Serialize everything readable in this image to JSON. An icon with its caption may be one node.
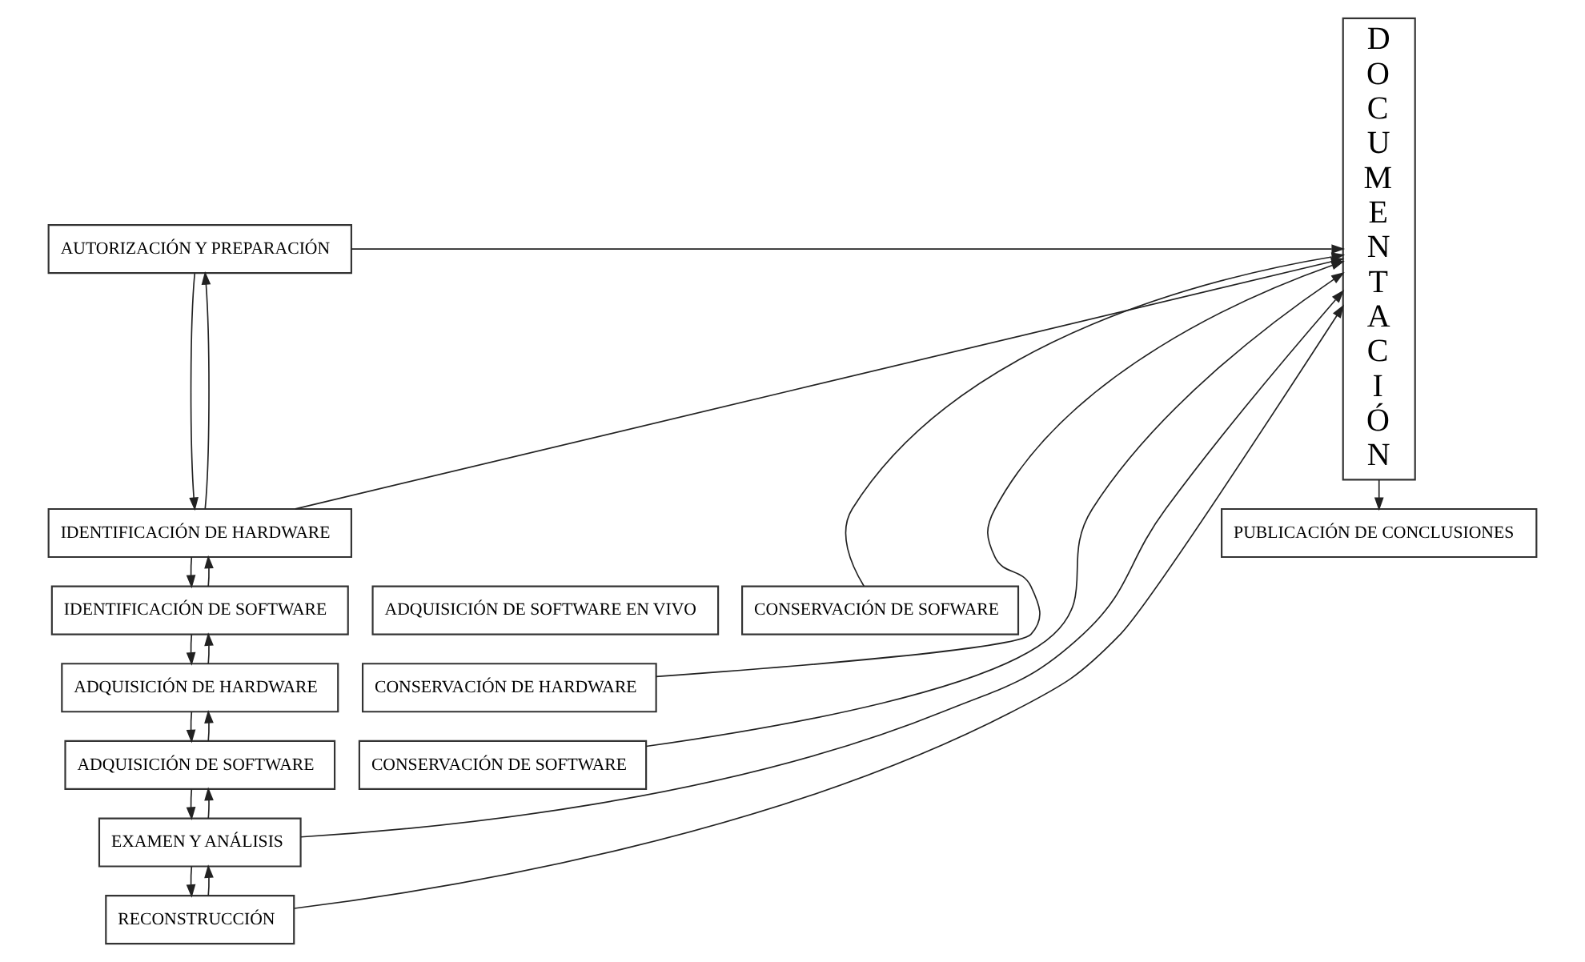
{
  "diagram": {
    "nodes": [
      {
        "text": [
          "AUTORIZACIÓN Y PREPARACIÓN"
        ]
      },
      {
        "text": [
          "IDENTIFICACIÓN DE HARDWARE"
        ]
      },
      {
        "text": [
          "IDENTIFICACIÓN DE SOFTWARE"
        ]
      },
      {
        "text": [
          "ADQUISICIÓN DE SOFTWARE EN VIVO"
        ]
      },
      {
        "text": [
          "CONSERVACIÓN DE SOFWARE"
        ]
      },
      {
        "text": [
          "ADQUISICIÓN DE HARDWARE"
        ]
      },
      {
        "text": [
          "CONSERVACIÓN DE HARDWARE"
        ]
      },
      {
        "text": [
          "ADQUISICIÓN DE SOFTWARE"
        ]
      },
      {
        "text": [
          "CONSERVACIÓN DE SOFTWARE"
        ]
      },
      {
        "text": [
          "EXAMEN Y ANÁLISIS"
        ]
      },
      {
        "text": [
          "RECONSTRUCCIÓN"
        ]
      },
      {
        "text": [
          "DOCUMENTACIÓN"
        ]
      },
      {
        "text": [
          "PUBLICACIÓN DE CONCLUSIONES"
        ]
      }
    ],
    "edges": [
      {
        "from": 0,
        "to": 1,
        "arrow": "to"
      },
      {
        "from": 1,
        "to": 0,
        "arrow": "to"
      },
      {
        "from": 1,
        "to": 2,
        "arrow": "to"
      },
      {
        "from": 2,
        "to": 1,
        "arrow": "to"
      },
      {
        "from": 2,
        "to": 5,
        "arrow": "to"
      },
      {
        "from": 5,
        "to": 2,
        "arrow": "to"
      },
      {
        "from": 5,
        "to": 7,
        "arrow": "to"
      },
      {
        "from": 7,
        "to": 5,
        "arrow": "to"
      },
      {
        "from": 7,
        "to": 9,
        "arrow": "to"
      },
      {
        "from": 9,
        "to": 7,
        "arrow": "to"
      },
      {
        "from": 9,
        "to": 10,
        "arrow": "to"
      },
      {
        "from": 10,
        "to": 9,
        "arrow": "to"
      },
      {
        "from": 0,
        "to": 11,
        "arrow": "to"
      },
      {
        "from": 1,
        "to": 11,
        "arrow": "to"
      },
      {
        "from": 4,
        "to": 11,
        "arrow": "to"
      },
      {
        "from": 6,
        "to": 11,
        "arrow": "to"
      },
      {
        "from": 8,
        "to": 11,
        "arrow": "to"
      },
      {
        "from": 9,
        "to": 11,
        "arrow": "to"
      },
      {
        "from": 10,
        "to": 11,
        "arrow": "to"
      },
      {
        "from": 11,
        "to": 12,
        "arrow": "to"
      }
    ]
  }
}
